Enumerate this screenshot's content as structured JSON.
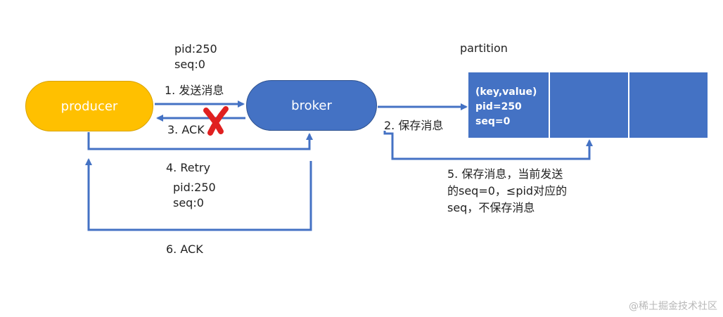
{
  "producer": {
    "label": "producer"
  },
  "broker": {
    "label": "broker"
  },
  "partition": {
    "title": "partition",
    "cell": {
      "key_value": "(key,value)",
      "pid": "pid=250",
      "seq": "seq=0"
    }
  },
  "first_send": {
    "pid": "pid:250",
    "seq": "seq:0"
  },
  "steps": {
    "send": "1. 发送消息",
    "ack_lost": "3. ACK",
    "store": "2. 保存消息",
    "retry": "4. Retry",
    "ack_final": "6. ACK"
  },
  "retry_send": {
    "pid": "pid:250",
    "seq": "seq:0"
  },
  "dedupe_note": [
    "5. 保存消息，当前发送",
    "的seq=0，≤pid对应的",
    "seq，不保存消息"
  ],
  "watermark": "@稀土掘金技术社区",
  "colors": {
    "producer": "#FFC000",
    "broker": "#4472C4",
    "partition": "#4472C4",
    "arrow": "#4472C4",
    "cross": "#E02020"
  }
}
